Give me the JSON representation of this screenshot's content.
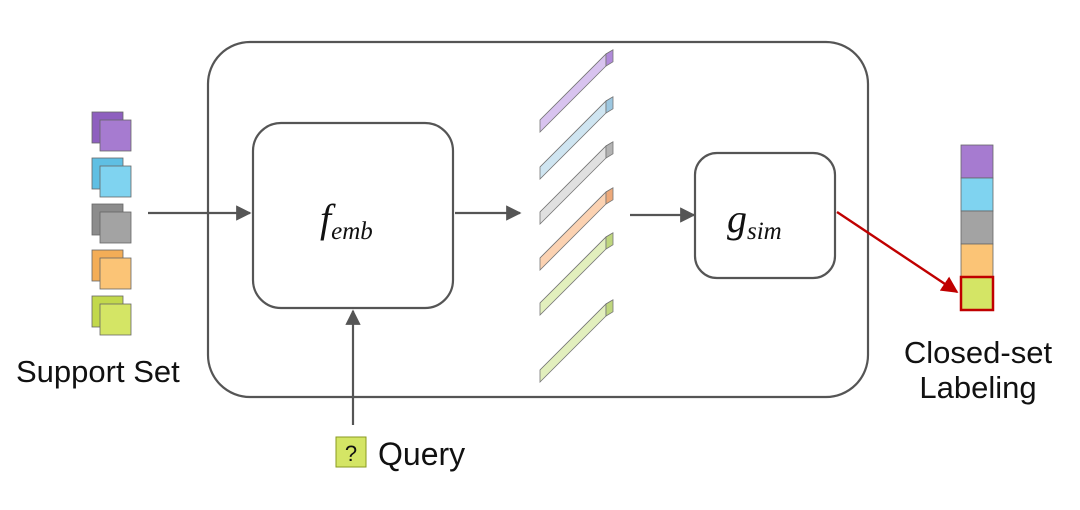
{
  "labels": {
    "support_set": "Support Set",
    "query": "Query",
    "query_mark": "?",
    "closed_set_line1": "Closed-set",
    "closed_set_line2": "Labeling"
  },
  "functions": {
    "embedding": {
      "base": "f",
      "sub": "emb"
    },
    "similarity": {
      "base": "g",
      "sub": "sim"
    }
  },
  "classes": [
    {
      "id": "purple",
      "face": "#a67bd0",
      "back": "#8e5fbf"
    },
    {
      "id": "blue",
      "face": "#7fd3f0",
      "back": "#5fbfe3"
    },
    {
      "id": "gray",
      "face": "#a3a3a3",
      "back": "#8c8c8c"
    },
    {
      "id": "orange",
      "face": "#fbc476",
      "back": "#f3ad57"
    },
    {
      "id": "green",
      "face": "#d4e565",
      "back": "#c2d84c"
    }
  ],
  "embedding_bars": [
    {
      "face": "#d8c3ef",
      "top": "#c9acea",
      "side": "#b08ad9"
    },
    {
      "face": "#cfe5f1",
      "top": "#bddcee",
      "side": "#9cc7e0"
    },
    {
      "face": "#e0e0e0",
      "top": "#d0d0d0",
      "side": "#b3b3b3"
    },
    {
      "face": "#fbd2b2",
      "top": "#f8c39a",
      "side": "#eda97a"
    },
    {
      "face": "#e2efbd",
      "top": "#d7e9a3",
      "side": "#bfd67e"
    },
    {
      "face": "#e2efbd",
      "top": "#d7e9a3",
      "side": "#bfd67e"
    }
  ],
  "predicted_index": 4,
  "colors": {
    "stroke": "#555555",
    "prediction_arrow": "#c00000"
  }
}
